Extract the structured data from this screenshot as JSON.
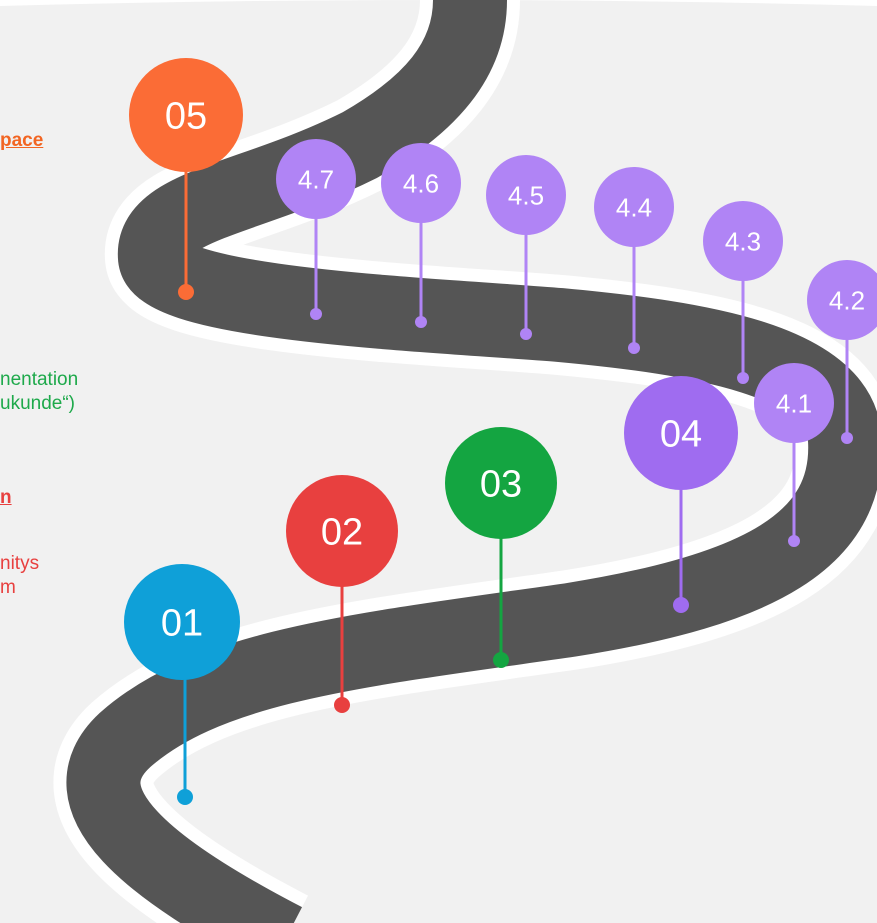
{
  "side_texts": [
    {
      "id": "t05a",
      "text": "pace",
      "color": "#f26522",
      "bold": true,
      "underline": true
    },
    {
      "id": "t03a",
      "text": "nentation",
      "color": "#1ea94b"
    },
    {
      "id": "t03b",
      "text": "ukunde“)",
      "color": "#1ea94b"
    },
    {
      "id": "t02a",
      "text": "n",
      "color": "#e8403f",
      "bold": true,
      "underline": true
    },
    {
      "id": "t02b",
      "text": "nitys",
      "color": "#e8403f"
    },
    {
      "id": "t02c",
      "text": "m",
      "color": "#e8403f"
    }
  ],
  "colors": {
    "road": "#555555",
    "road_edge": "#ffffff",
    "backdrop": "#f1f1f1",
    "m01": "#0fa0d8",
    "m02": "#e8403f",
    "m03": "#14a541",
    "m04": "#9f6cf0",
    "m05": "#fb6c36",
    "sub": "#b084f5"
  },
  "milestones": [
    {
      "id": "m01",
      "label": "01",
      "color": "#0fa0d8"
    },
    {
      "id": "m02",
      "label": "02",
      "color": "#e8403f"
    },
    {
      "id": "m03",
      "label": "03",
      "color": "#14a541"
    },
    {
      "id": "m04",
      "label": "04",
      "color": "#9f6cf0"
    },
    {
      "id": "m05",
      "label": "05",
      "color": "#fb6c36"
    },
    {
      "id": "s41",
      "label": "4.1",
      "color": "#b084f5"
    },
    {
      "id": "s42",
      "label": "4.2",
      "color": "#b084f5"
    },
    {
      "id": "s43",
      "label": "4.3",
      "color": "#b084f5"
    },
    {
      "id": "s44",
      "label": "4.4",
      "color": "#b084f5"
    },
    {
      "id": "s45",
      "label": "4.5",
      "color": "#b084f5"
    },
    {
      "id": "s46",
      "label": "4.6",
      "color": "#b084f5"
    },
    {
      "id": "s47",
      "label": "4.7",
      "color": "#b084f5"
    }
  ]
}
